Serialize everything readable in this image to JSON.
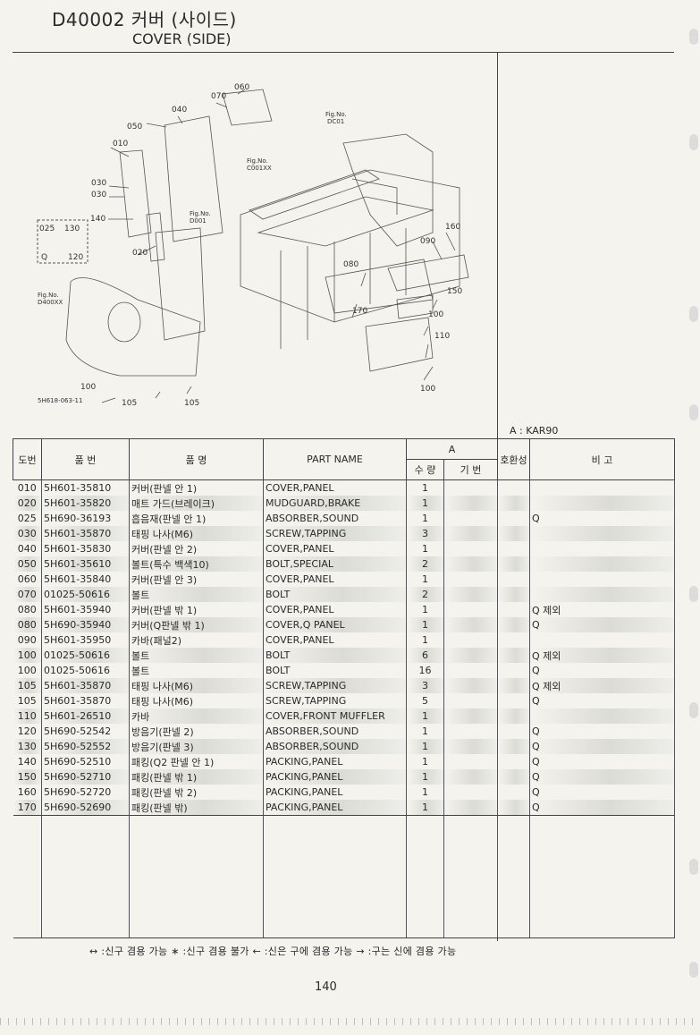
{
  "header": {
    "code_title": "D40002 커버 (사이드)",
    "english_title": "COVER (SIDE)"
  },
  "diagram": {
    "callouts": [
      "060",
      "070",
      "040",
      "050",
      "010",
      "030",
      "030",
      "140",
      "025",
      "130",
      "Q",
      "120",
      "020",
      "160",
      "090",
      "080",
      "150",
      "100",
      "170",
      "110",
      "100",
      "100",
      "105",
      "105"
    ],
    "fig_refs": [
      "Fig.No.\nDC01",
      "Fig.No.\nC001XX",
      "Fig.No.\nD001",
      "Fig.No.\nD400XX"
    ],
    "fig_ref_lines": {
      "dc01": [
        "Fig.No.",
        "DC01"
      ],
      "c001xx": [
        "Fig.No.",
        "C001XX"
      ],
      "d001": [
        "Fig.No.",
        "D001"
      ],
      "d400xx": [
        "Fig.No.",
        "D400XX"
      ]
    },
    "drawing_code": "5H618-063-11"
  },
  "applicability_note": "A : KAR90",
  "table": {
    "headers": {
      "no": "도번",
      "part_number": "품 번",
      "name_kr": "품 명",
      "part_name": "PART NAME",
      "group_a": "A",
      "qty": "수 량",
      "base": "기 번",
      "interchange": "호환성",
      "remarks": "비 고"
    },
    "rows": [
      {
        "no": "010",
        "pn": "5H601-35810",
        "kr": "커버(판넬 안 1)",
        "en": "COVER,PANEL",
        "qty": "1",
        "rem": ""
      },
      {
        "no": "020",
        "pn": "5H601-35820",
        "kr": "매트 가드(브레이크)",
        "en": "MUDGUARD,BRAKE",
        "qty": "1",
        "rem": ""
      },
      {
        "no": "025",
        "pn": "5H690-36193",
        "kr": "흡음재(판넬 안 1)",
        "en": "ABSORBER,SOUND",
        "qty": "1",
        "rem": "Q"
      },
      {
        "no": "030",
        "pn": "5H601-35870",
        "kr": "태핑 나사(M6)",
        "en": "SCREW,TAPPING",
        "qty": "3",
        "rem": ""
      },
      {
        "no": "040",
        "pn": "5H601-35830",
        "kr": "커버(판넬 안 2)",
        "en": "COVER,PANEL",
        "qty": "1",
        "rem": ""
      },
      {
        "no": "050",
        "pn": "5H601-35610",
        "kr": "볼트(특수 백색10)",
        "en": "BOLT,SPECIAL",
        "qty": "2",
        "rem": ""
      },
      {
        "no": "060",
        "pn": "5H601-35840",
        "kr": "커버(판넬 안 3)",
        "en": "COVER,PANEL",
        "qty": "1",
        "rem": ""
      },
      {
        "no": "070",
        "pn": "01025-50616",
        "kr": "볼트",
        "en": "BOLT",
        "qty": "2",
        "rem": ""
      },
      {
        "no": "080",
        "pn": "5H601-35940",
        "kr": "커버(판넬 밖 1)",
        "en": "COVER,PANEL",
        "qty": "1",
        "rem": "Q 제외"
      },
      {
        "no": "080",
        "pn": "5H690-35940",
        "kr": "커버(Q판넬 밖 1)",
        "en": "COVER,Q PANEL",
        "qty": "1",
        "rem": "Q"
      },
      {
        "no": "090",
        "pn": "5H601-35950",
        "kr": "카바(패널2)",
        "en": "COVER,PANEL",
        "qty": "1",
        "rem": ""
      },
      {
        "no": "100",
        "pn": "01025-50616",
        "kr": "볼트",
        "en": "BOLT",
        "qty": "6",
        "rem": "Q 제외"
      },
      {
        "no": "100",
        "pn": "01025-50616",
        "kr": "볼트",
        "en": "BOLT",
        "qty": "16",
        "rem": "Q"
      },
      {
        "no": "105",
        "pn": "5H601-35870",
        "kr": "태핑 나사(M6)",
        "en": "SCREW,TAPPING",
        "qty": "3",
        "rem": "Q 제외"
      },
      {
        "no": "105",
        "pn": "5H601-35870",
        "kr": "태핑 나사(M6)",
        "en": "SCREW,TAPPING",
        "qty": "5",
        "rem": "Q"
      },
      {
        "no": "110",
        "pn": "5H601-26510",
        "kr": "카바",
        "en": "COVER,FRONT MUFFLER",
        "qty": "1",
        "rem": ""
      },
      {
        "no": "120",
        "pn": "5H690-52542",
        "kr": "방음기(판넬 2)",
        "en": "ABSORBER,SOUND",
        "qty": "1",
        "rem": "Q"
      },
      {
        "no": "130",
        "pn": "5H690-52552",
        "kr": "방음기(판넬 3)",
        "en": "ABSORBER,SOUND",
        "qty": "1",
        "rem": "Q"
      },
      {
        "no": "140",
        "pn": "5H690-52510",
        "kr": "패킹(Q2 판넬 안 1)",
        "en": "PACKING,PANEL",
        "qty": "1",
        "rem": "Q"
      },
      {
        "no": "150",
        "pn": "5H690-52710",
        "kr": "패킹(판넬 밖 1)",
        "en": "PACKING,PANEL",
        "qty": "1",
        "rem": "Q"
      },
      {
        "no": "160",
        "pn": "5H690-52720",
        "kr": "패킹(판넬 밖 2)",
        "en": "PACKING,PANEL",
        "qty": "1",
        "rem": "Q"
      },
      {
        "no": "170",
        "pn": "5H690-52690",
        "kr": "패킹(판넬 밖)",
        "en": "PACKING,PANEL",
        "qty": "1",
        "rem": "Q"
      }
    ]
  },
  "legend": "↔ :신구 겸용 가능   ∗ :신구 겸용 불가   ← :신은 구에 겸용 가능   → :구는 신에 겸용 가능",
  "page_number": "140"
}
